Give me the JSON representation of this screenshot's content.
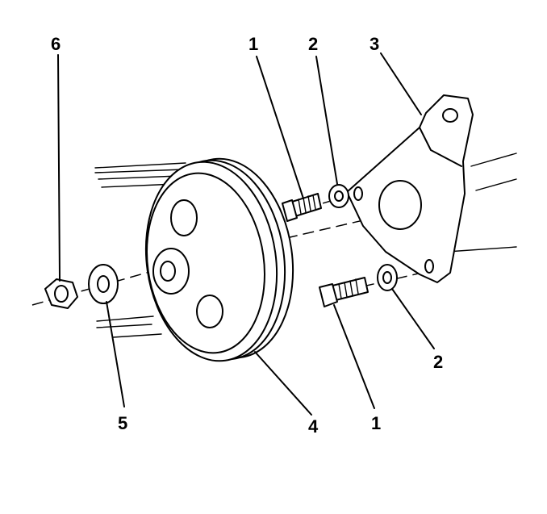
{
  "callouts": {
    "c6": "6",
    "c1_top": "1",
    "c2_top": "2",
    "c3": "3",
    "c2_right": "2",
    "c1_bottom": "1",
    "c4": "4",
    "c5": "5"
  }
}
